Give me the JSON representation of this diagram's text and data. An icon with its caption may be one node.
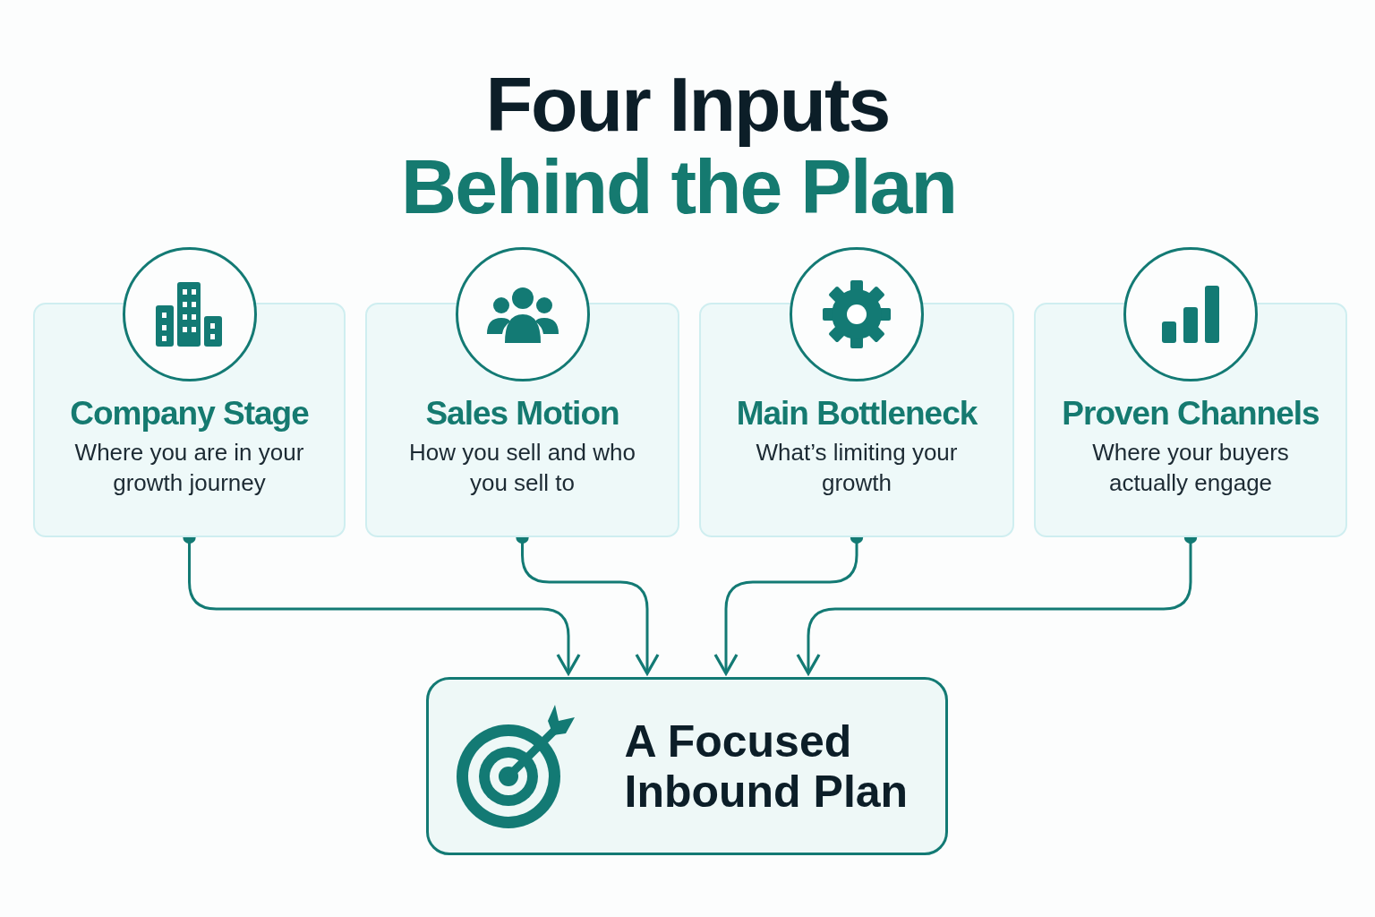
{
  "diagram": {
    "title": "Four Inputs",
    "nodes": [
      {
        "text": [
          "Company Stage",
          "Where you are in your growth journey"
        ]
      },
      {
        "text": [
          "Sales Motion",
          "How you sell and who you sell to"
        ]
      },
      {
        "text": [
          "Main Bottleneck",
          "What’s limiting your growth"
        ]
      },
      {
        "text": [
          "Proven Channels",
          "Where your buyers actually engage"
        ]
      },
      {
        "text": [
          "A Focused Inbound Plan"
        ]
      }
    ],
    "edges": [
      {
        "from": 0,
        "to": 4,
        "arrow": "to"
      },
      {
        "from": 1,
        "to": 4,
        "arrow": "to"
      },
      {
        "from": 2,
        "to": 4,
        "arrow": "to"
      },
      {
        "from": 3,
        "to": 4,
        "arrow": "to"
      }
    ],
    "labels": [
      "Behind the Plan"
    ]
  }
}
